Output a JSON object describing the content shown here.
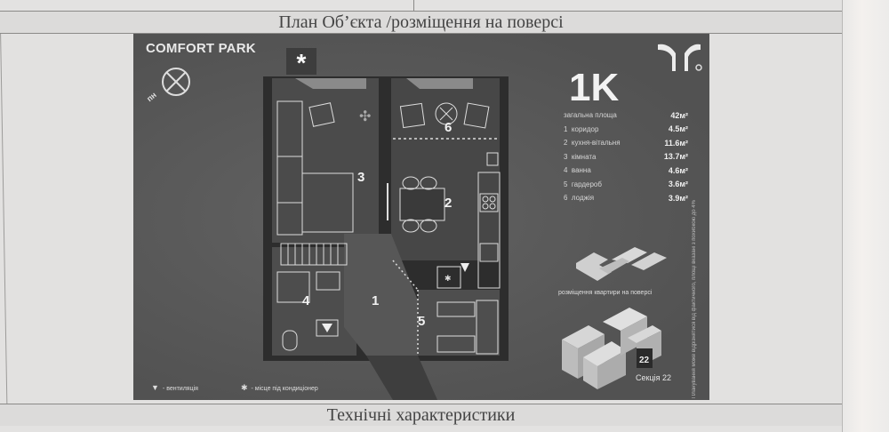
{
  "document": {
    "section_title": "План Об’єкта /розміщення на поверсі",
    "next_section_title": "Технічні характеристики"
  },
  "plan_card": {
    "brand": "COMFORT PARK",
    "compass_label": "пн",
    "apartment_type": "1K",
    "total_area": {
      "label": "загальна площа",
      "value": "42м²"
    },
    "rooms": [
      {
        "num": "1",
        "name": "коридор",
        "area": "4.5м²"
      },
      {
        "num": "2",
        "name": "кухня-вітальня",
        "area": "11.6м²"
      },
      {
        "num": "3",
        "name": "кімната",
        "area": "13.7м²"
      },
      {
        "num": "4",
        "name": "ванна",
        "area": "4.6м²"
      },
      {
        "num": "5",
        "name": "гардероб",
        "area": "3.6м²"
      },
      {
        "num": "6",
        "name": "лоджія",
        "area": "3.9м²"
      }
    ],
    "floor_placement_label": "розміщення квартири на поверсі",
    "section_label": "Секція 22",
    "section_badge": "22",
    "legend": [
      {
        "symbol": "▼",
        "label": "вентиляція"
      },
      {
        "symbol": "✱",
        "label": "місце під кондиціонер"
      }
    ],
    "vertical_note": "Планування може відрізнятися від фактичного, площі вказані з похибкою до 4%",
    "colors": {
      "card_bg": "#5b5b5b",
      "wall": "#2e2e2e",
      "floor": "#4a4a4a",
      "line": "#e0e0e0"
    }
  }
}
